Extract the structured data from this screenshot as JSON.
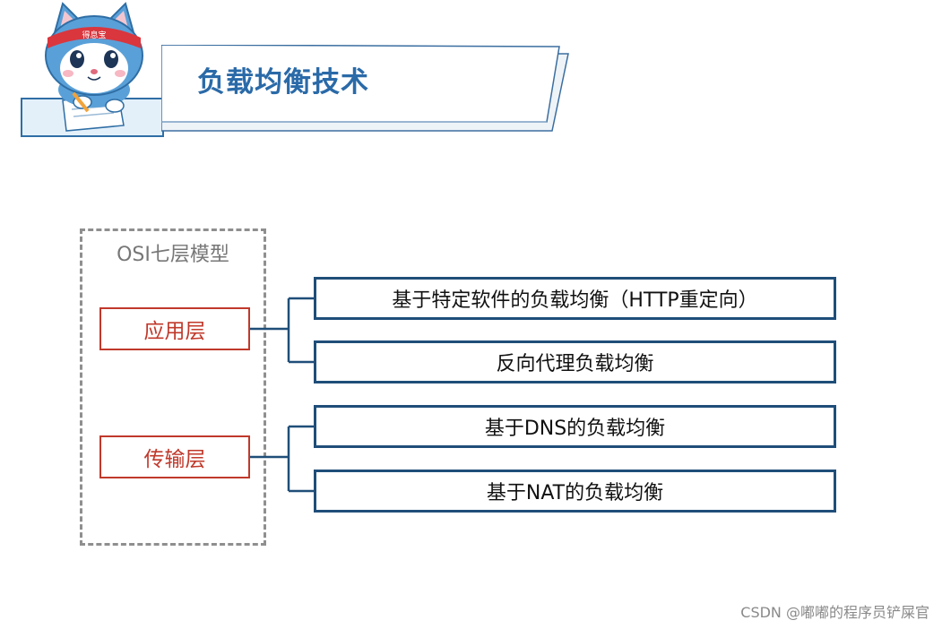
{
  "header": {
    "title": "负载均衡技术",
    "headband_text": "得息宝"
  },
  "osi": {
    "title": "OSI七层模型",
    "layers": [
      {
        "label": "应用层"
      },
      {
        "label": "传输层"
      }
    ]
  },
  "techniques": [
    {
      "label": "基于特定软件的负载均衡（HTTP重定向）"
    },
    {
      "label": "反向代理负载均衡"
    },
    {
      "label": "基于DNS的负载均衡"
    },
    {
      "label": "基于NAT的负载均衡"
    }
  ],
  "watermark": "CSDN @嘟嘟的程序员铲屎官",
  "colors": {
    "title": "#2a6aa8",
    "layer_border": "#c0392b",
    "technique_border": "#1f4e79",
    "connector": "#1f4e79",
    "dashed_frame": "#8f8f8f"
  },
  "icons": {
    "mascot": "cat-mascot-writing-icon"
  }
}
